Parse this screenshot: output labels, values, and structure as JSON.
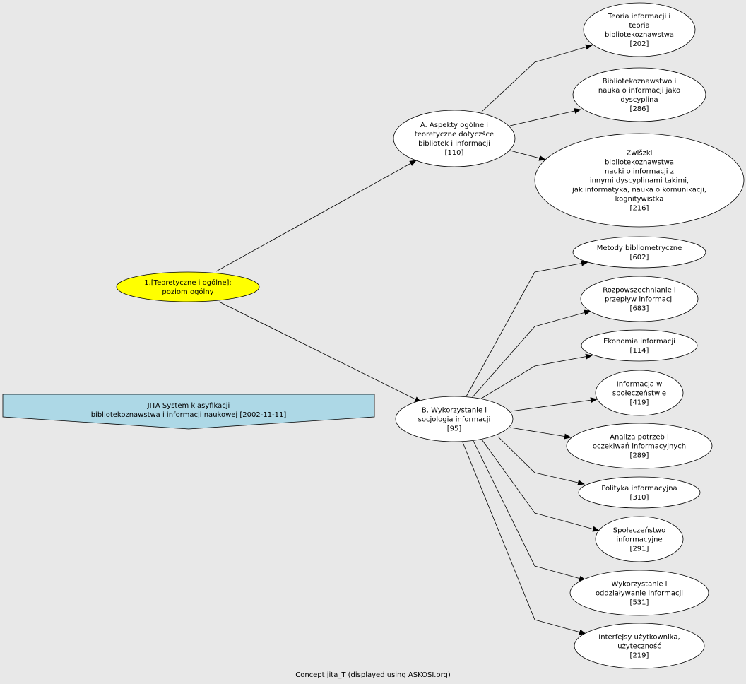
{
  "caption": "Concept jita_T (displayed using ASKOSI.org)",
  "banner": {
    "lines": [
      "JITA System klasyfikacji",
      "bibliotekoznawstwa i informacji naukowej [2002-11-11]"
    ],
    "fill": "#add8e6"
  },
  "colors": {
    "root_fill": "#ffff00",
    "node_fill": "#ffffff",
    "stroke": "#000000"
  },
  "root": {
    "lines": [
      "1.[Teoretyczne i ogólne]:",
      "poziom ogólny"
    ]
  },
  "branches": [
    {
      "lines": [
        "A. Aspekty ogólne i",
        "teoretyczne dotyczšce",
        "bibliotek i informacji",
        "[110]"
      ],
      "children": [
        {
          "lines": [
            "Teoria informacji i",
            "teoria",
            "bibliotekoznawstwa",
            "[202]"
          ]
        },
        {
          "lines": [
            "Bibliotekoznawstwo i",
            "nauka o informacji jako",
            "dyscyplina",
            "[286]"
          ]
        },
        {
          "lines": [
            "Zwišzki",
            "bibliotekoznawstwa",
            "nauki o informacji z",
            "innymi dyscyplinami takimi,",
            "jak informatyka, nauka o komunikacji,",
            "kognitywistka",
            "[216]"
          ]
        }
      ]
    },
    {
      "lines": [
        "B. Wykorzystanie i",
        "socjologia informacji",
        "[95]"
      ],
      "children": [
        {
          "lines": [
            "Metody bibliometryczne",
            "[602]"
          ]
        },
        {
          "lines": [
            "Rozpowszechnianie i",
            "przepływ informacji",
            "[683]"
          ]
        },
        {
          "lines": [
            "Ekonomia informacji",
            "[114]"
          ]
        },
        {
          "lines": [
            "Informacja w",
            "społeczeństwie",
            "[419]"
          ]
        },
        {
          "lines": [
            "Analiza potrzeb i",
            "oczekiwań informacyjnych",
            "[289]"
          ]
        },
        {
          "lines": [
            "Polityka informacyjna",
            "[310]"
          ]
        },
        {
          "lines": [
            "Społeczeństwo",
            "informacyjne",
            "[291]"
          ]
        },
        {
          "lines": [
            "Wykorzystanie i",
            "oddziaływanie informacji",
            "[531]"
          ]
        },
        {
          "lines": [
            "Interfejsy użytkownika,",
            "użyteczność",
            "[219]"
          ]
        }
      ]
    }
  ]
}
